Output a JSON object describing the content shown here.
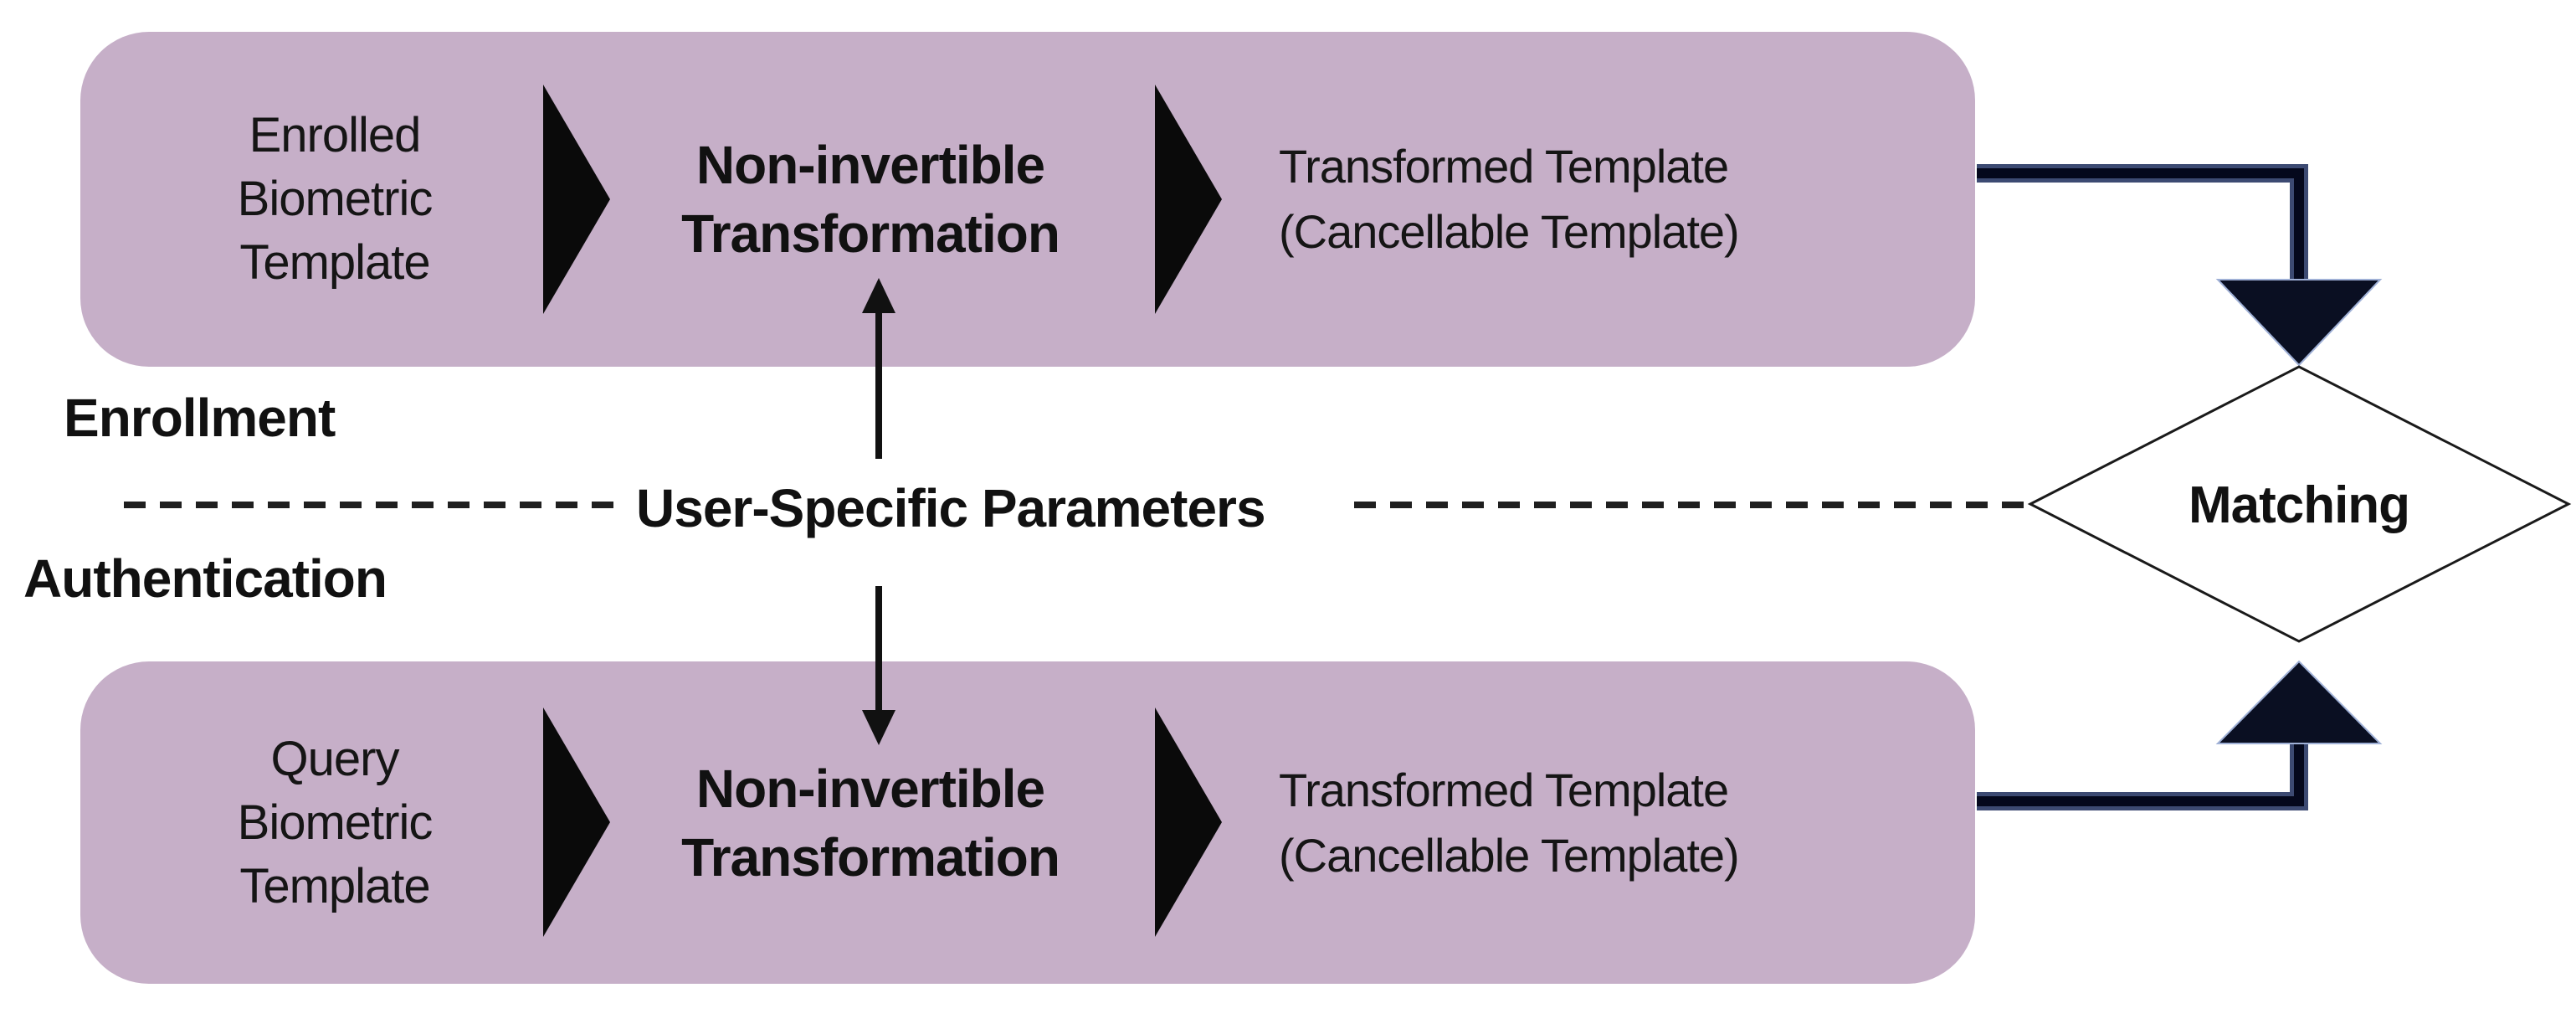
{
  "diagram": {
    "stages": {
      "enrollment_label": "Enrollment",
      "authentication_label": "Authentication"
    },
    "enrollment_pipeline": {
      "input_lines": [
        "Enrolled",
        "Biometric",
        "Template"
      ],
      "process_lines": [
        "Non-invertible",
        "Transformation"
      ],
      "output_lines": [
        "Transformed Template",
        "(Cancellable Template)"
      ]
    },
    "authentication_pipeline": {
      "input_lines": [
        "Query",
        "Biometric",
        "Template"
      ],
      "process_lines": [
        "Non-invertible",
        "Transformation"
      ],
      "output_lines": [
        "Transformed Template",
        "(Cancellable Template)"
      ]
    },
    "center": {
      "user_parameters_label": "User-Specific Parameters"
    },
    "decision": {
      "matching_label": "Matching"
    },
    "icons": {
      "pipeline_flow": "right-arrow",
      "parameter_to_enrollment": "up-arrow",
      "parameter_to_authentication": "down-arrow",
      "enrollment_to_matching": "elbow-arrow-down",
      "authentication_to_matching": "elbow-arrow-up"
    },
    "colors": {
      "background": "#ffffff",
      "pipeline_box_fill": "#c6afc8",
      "flow_arrow": "#0a0a0a",
      "connector_core": "#04081c",
      "connector_edge": "#3c4a72",
      "connector_head": "#0a0f22",
      "dashed_line": "#1f1f1f",
      "diamond_border": "#1a1a1a",
      "text": "#111111"
    }
  }
}
